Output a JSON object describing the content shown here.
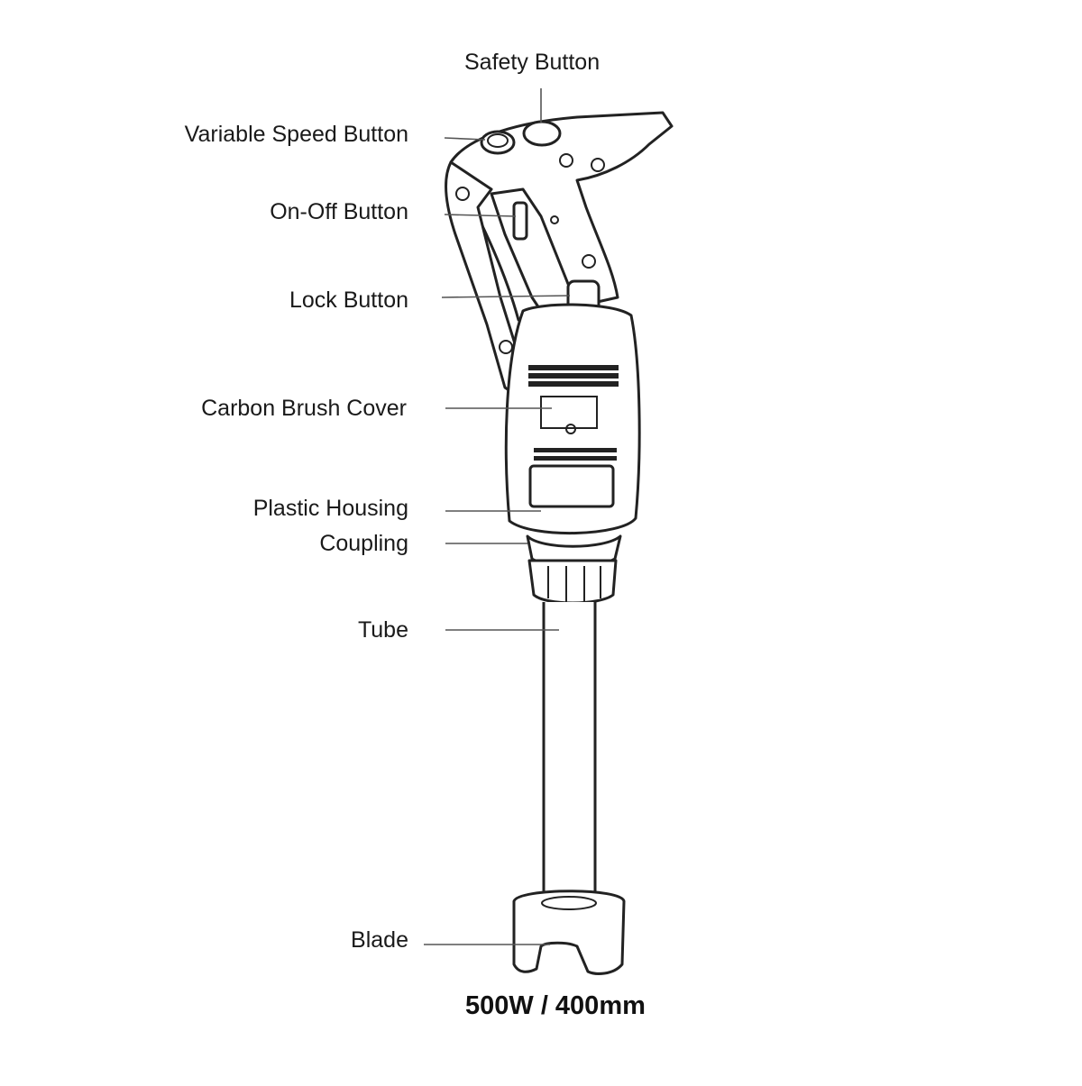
{
  "labels": {
    "safety_button": "Safety Button",
    "variable_speed_button": "Variable Speed Button",
    "on_off_button": "On-Off Button",
    "lock_button": "Lock Button",
    "carbon_brush_cover": "Carbon Brush Cover",
    "plastic_housing": "Plastic Housing",
    "coupling": "Coupling",
    "tube": "Tube",
    "blade": "Blade"
  },
  "caption": "500W / 400mm"
}
